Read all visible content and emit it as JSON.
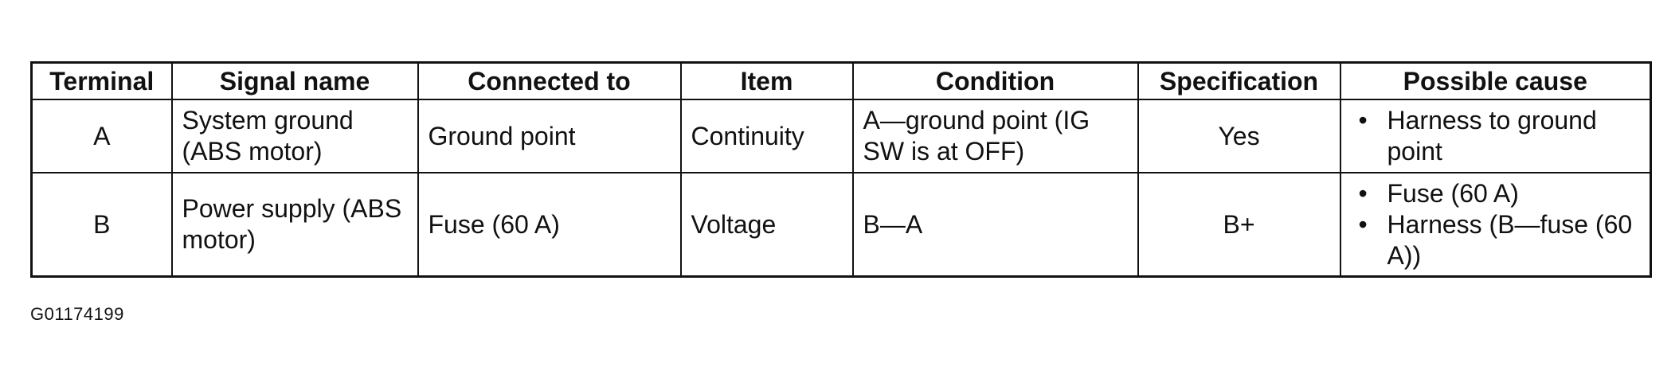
{
  "table": {
    "headers": [
      "Terminal",
      "Signal name",
      "Connected to",
      "Item",
      "Condition",
      "Specification",
      "Possible cause"
    ],
    "rows": [
      {
        "terminal": "A",
        "signal_name": "System ground (ABS motor)",
        "connected_to": "Ground point",
        "item": "Continuity",
        "condition": "A—ground point (IG SW is at OFF)",
        "specification": "Yes",
        "possible_causes": [
          "Harness to ground point"
        ]
      },
      {
        "terminal": "B",
        "signal_name": "Power supply (ABS motor)",
        "connected_to": "Fuse (60 A)",
        "item": "Voltage",
        "condition": "B—A",
        "specification": "B+",
        "possible_causes": [
          "Fuse (60 A)",
          "Harness (B—fuse (60 A))"
        ]
      }
    ]
  },
  "bullet_glyph": "•",
  "figure_id": "G01174199"
}
